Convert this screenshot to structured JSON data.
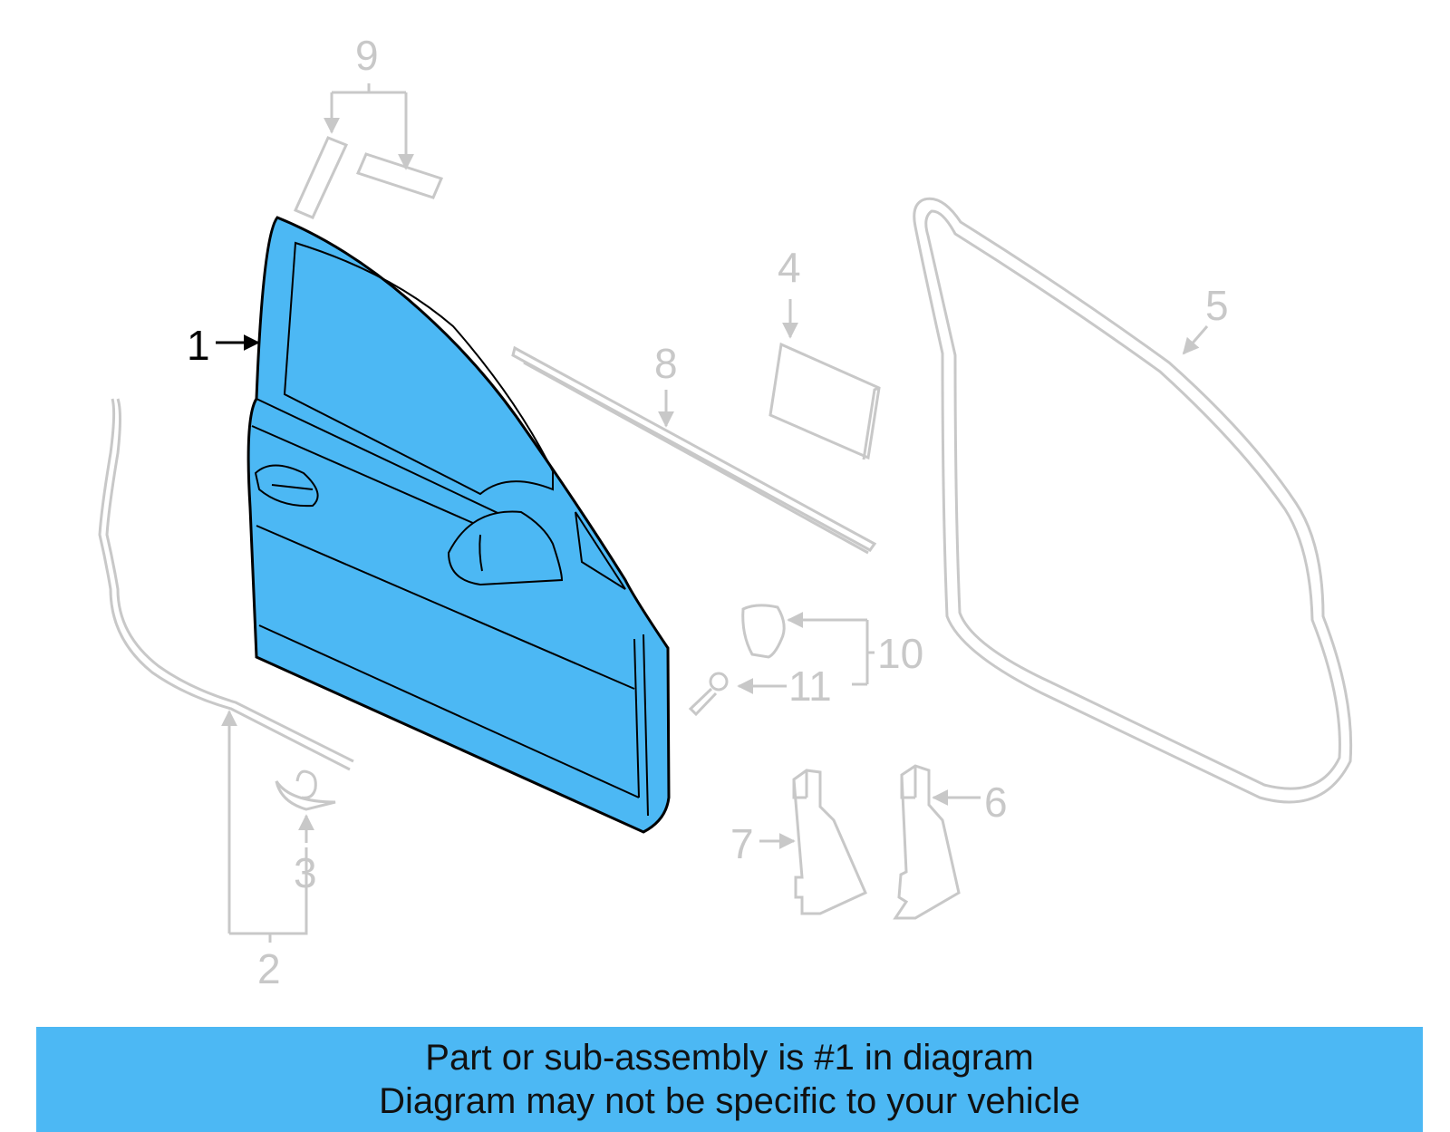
{
  "diagram": {
    "callouts": [
      {
        "id": "1",
        "label": "1"
      },
      {
        "id": "2",
        "label": "2"
      },
      {
        "id": "3",
        "label": "3"
      },
      {
        "id": "4",
        "label": "4"
      },
      {
        "id": "5",
        "label": "5"
      },
      {
        "id": "6",
        "label": "6"
      },
      {
        "id": "7",
        "label": "7"
      },
      {
        "id": "8",
        "label": "8"
      },
      {
        "id": "9",
        "label": "9"
      },
      {
        "id": "10",
        "label": "10"
      },
      {
        "id": "11",
        "label": "11"
      }
    ],
    "highlighted_part": "1",
    "colors": {
      "highlight_fill": "#4cb8f4",
      "outline_active": "#000000",
      "outline_inactive": "#c8c8c8",
      "banner_bg": "#4cb8f4"
    }
  },
  "banner": {
    "line1": "Part or sub-assembly is #1 in diagram",
    "line2": "Diagram may not be specific to your vehicle"
  }
}
